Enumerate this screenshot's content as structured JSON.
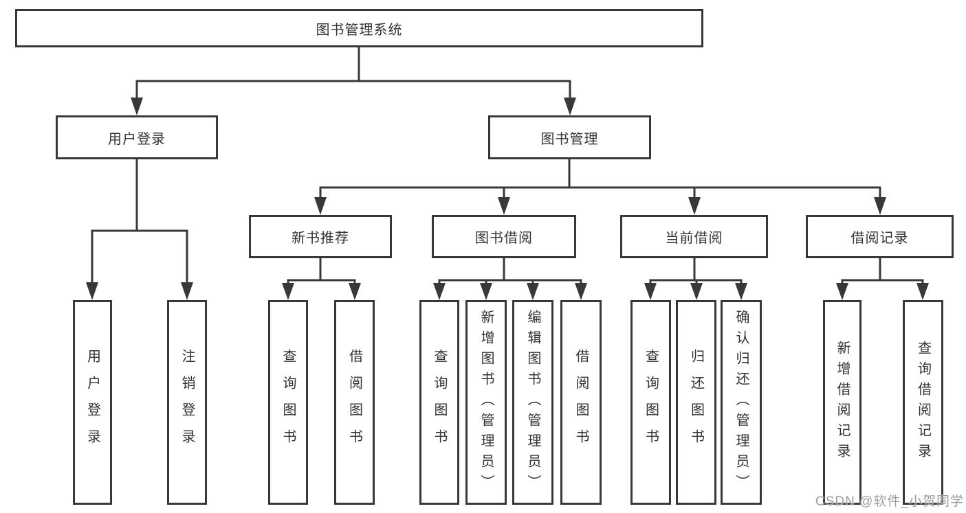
{
  "diagram": {
    "root": {
      "label": "图书管理系统"
    },
    "level2": [
      {
        "label": "用户登录"
      },
      {
        "label": "图书管理"
      }
    ],
    "level3": [
      {
        "label": "新书推荐",
        "parent": "图书管理"
      },
      {
        "label": "图书借阅",
        "parent": "图书管理"
      },
      {
        "label": "当前借阅",
        "parent": "图书管理"
      },
      {
        "label": "借阅记录",
        "parent": "图书管理"
      }
    ],
    "leaves": [
      {
        "label": "用户登录",
        "parent": "用户登录"
      },
      {
        "label": "注销登录",
        "parent": "用户登录"
      },
      {
        "label": "查询图书",
        "parent": "新书推荐"
      },
      {
        "label": "借阅图书",
        "parent": "新书推荐"
      },
      {
        "label": "查询图书",
        "parent": "图书借阅"
      },
      {
        "label": "新增图书（管理员）",
        "parent": "图书借阅"
      },
      {
        "label": "编辑图书（管理员）",
        "parent": "图书借阅"
      },
      {
        "label": "借阅图书",
        "parent": "图书借阅"
      },
      {
        "label": "查询图书",
        "parent": "当前借阅"
      },
      {
        "label": "归还图书",
        "parent": "当前借阅"
      },
      {
        "label": "确认归还（管理员）",
        "parent": "当前借阅"
      },
      {
        "label": "新增借阅记录",
        "parent": "借阅记录"
      },
      {
        "label": "查询借阅记录",
        "parent": "借阅记录"
      }
    ],
    "watermark": {
      "text": "CSDN @软件_小贺同学"
    },
    "colors": {
      "line": "#383838",
      "text": "#333333",
      "watermark": "#9d9d9d",
      "background": "#ffffff"
    }
  }
}
